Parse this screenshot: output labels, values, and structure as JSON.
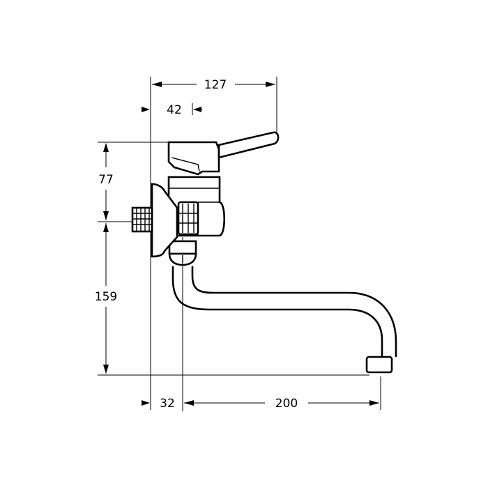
{
  "drawing": {
    "subject": "wall-mounted single-lever faucet, side elevation",
    "dimensions": {
      "overall_depth": "127",
      "lever_offset": "42",
      "top_to_inlet": "77",
      "inlet_to_spout": "159",
      "wall_to_spout_axis": "32",
      "spout_reach": "200"
    },
    "colors": {
      "line": "#000000",
      "background": "#ffffff"
    }
  }
}
